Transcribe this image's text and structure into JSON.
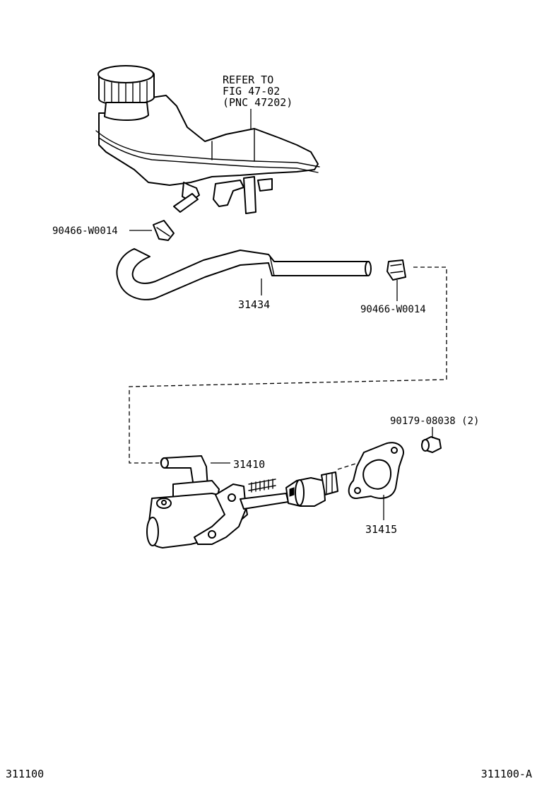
{
  "refer_note": [
    "REFER TO",
    "FIG 47-02",
    "(PNC 47202)"
  ],
  "parts": {
    "clip_upper": "90466-W0014",
    "hose": "31434",
    "clip_right": "90466-W0014",
    "bolt_nut": "90179-08038 (2)",
    "master_cylinder": "31410",
    "gasket": "31415"
  },
  "footer": {
    "left_code": "311100",
    "right_code": "311100-A"
  }
}
